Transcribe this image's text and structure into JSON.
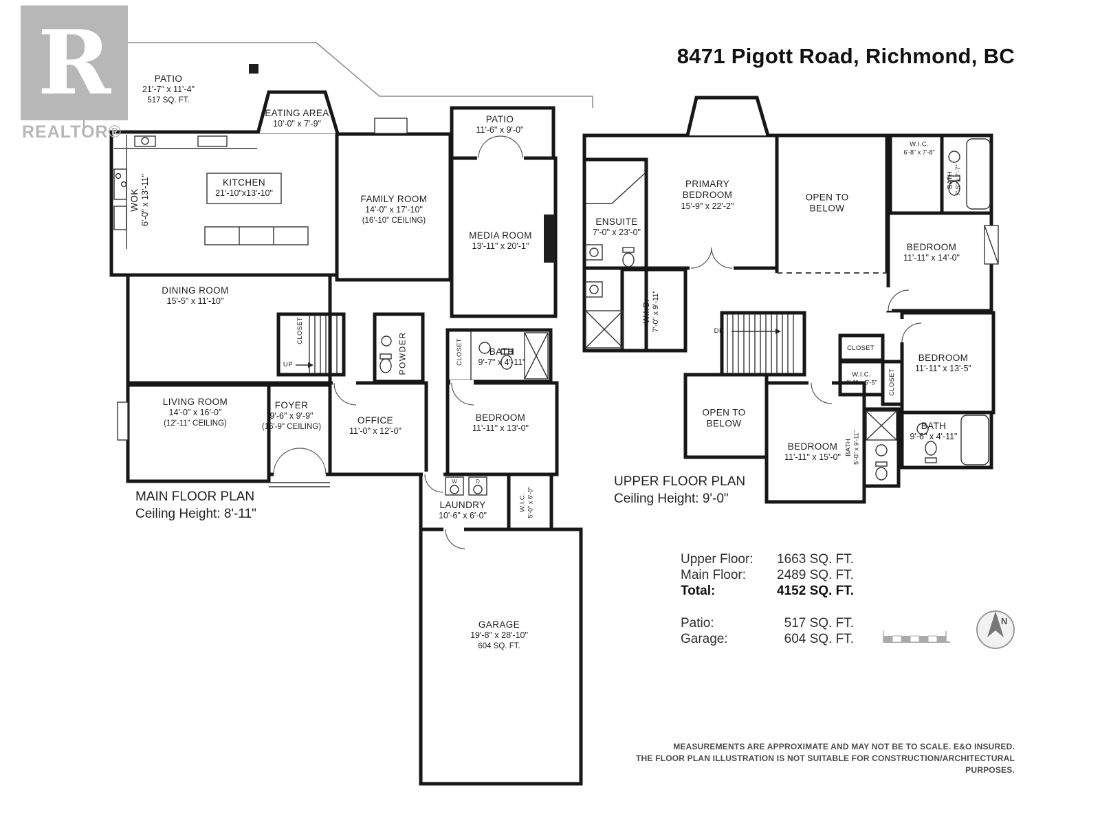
{
  "page": {
    "title": "8471 Pigott Road, Richmond, BC"
  },
  "logo": {
    "letter": "R",
    "word": "REALTOR®"
  },
  "main_floor": {
    "plan_title": "MAIN FLOOR PLAN",
    "ceiling": "Ceiling Height: 8'-11\"",
    "rooms": {
      "patio_left": {
        "name": "PATIO",
        "dims": "21'-7\" x 11'-4\"",
        "extra": "517 SQ. FT."
      },
      "eating_area": {
        "name": "EATING AREA",
        "dims": "10'-0\" x 7'-9\""
      },
      "kitchen": {
        "name": "KITCHEN",
        "dims": "21'-10\"x13'-10\""
      },
      "wok": {
        "name": "WOK",
        "dims": "6'-0\" x 13'-11\""
      },
      "family_room": {
        "name": "FAMILY ROOM",
        "dims": "14'-0\" x 17'-10\"",
        "extra": "(16'-10\" CEILING)"
      },
      "patio_right": {
        "name": "PATIO",
        "dims": "11'-6\" x 9'-0\""
      },
      "media_room": {
        "name": "MEDIA ROOM",
        "dims": "13'-11\" x 20'-1\""
      },
      "dining_room": {
        "name": "DINING ROOM",
        "dims": "15'-5\" x  11'-10\""
      },
      "closet": {
        "name": "CLOSET"
      },
      "powder": {
        "name": "POWDER"
      },
      "bath": {
        "name": "BATH",
        "dims": "9'-7\" x 4'-11\""
      },
      "living_room": {
        "name": "LIVING ROOM",
        "dims": "14'-0\" x 16'-0\"",
        "extra": "(12'-11\" CEILING)"
      },
      "foyer": {
        "name": "FOYER",
        "dims": "9'-6\" x 9'-9\"",
        "extra": "(16'-9\" CEILING)"
      },
      "office": {
        "name": "OFFICE",
        "dims": "11'-0\" x 12'-0\""
      },
      "bedroom": {
        "name": "BEDROOM",
        "dims": "11'-11\" x 13'-0\""
      },
      "laundry": {
        "name": "LAUNDRY",
        "dims": "10'-6\" x 6'-0\"",
        "washer": "W",
        "dryer": "D"
      },
      "wic": {
        "name": "W.I.C.",
        "dims": "5'-0\" x 6'-0\""
      },
      "garage": {
        "name": "GARAGE",
        "dims": "19'-8\" x 28'-10\"",
        "extra": "604 SQ. FT."
      },
      "up_label": "UP"
    }
  },
  "upper_floor": {
    "plan_title": "UPPER FLOOR PLAN",
    "ceiling": "Ceiling Height: 9'-0\"",
    "rooms": {
      "primary_bedroom": {
        "name": "PRIMARY BEDROOM",
        "dims": "15'-9\" x 22'-2\""
      },
      "ensuite": {
        "name": "ENSUITE",
        "dims": "7'-0\" x 23'-0\""
      },
      "open_to_below": {
        "name": "OPEN TO BELOW"
      },
      "wic_top": {
        "name": "W.I.C.",
        "dims": "6'-8\" x 7'-8\""
      },
      "bath_top": {
        "name": "BATH",
        "dims": "7'-5\" x 7'-7\""
      },
      "bedroom_ne": {
        "name": "BEDROOM",
        "dims": "11'-11\"  x 14'-0\""
      },
      "wic_mid": {
        "name": "W.I.C.",
        "dims": "7'-0\" x 9'-11\""
      },
      "closet": {
        "name": "CLOSET"
      },
      "bedroom_e": {
        "name": "BEDROOM",
        "dims": "11'-11\"  x 13'-5\""
      },
      "wic_small": {
        "name": "W.I.C.",
        "dims": "6'-0\" x 5'-5\""
      },
      "bedroom_s": {
        "name": "BEDROOM",
        "dims": "11'-11\" x 15'-0\""
      },
      "bath_w": {
        "name": "BATH",
        "dims": "5'-0\" x 9'-11\""
      },
      "bath_s": {
        "name": "BATH",
        "dims": "9'-6\" x 4'-11\""
      },
      "dn_label": "DN"
    }
  },
  "summary": {
    "rows": [
      {
        "label": "Upper Floor:",
        "value": "1663 SQ. FT."
      },
      {
        "label": "Main Floor:",
        "value": "2489 SQ. FT."
      },
      {
        "label": "Total:",
        "value": "4152 SQ. FT."
      },
      {
        "label": "Patio:",
        "value": "517 SQ. FT."
      },
      {
        "label": "Garage:",
        "value": "604 SQ. FT."
      }
    ]
  },
  "compass": {
    "letter": "N"
  },
  "footer": {
    "line1": "MEASUREMENTS ARE APPROXIMATE AND MAY NOT BE TO SCALE. E&O INSURED.",
    "line2": "THE FLOOR PLAN ILLUSTRATION IS NOT SUITABLE  FOR CONSTRUCTION/ARCHITECTURAL PURPOSES."
  }
}
